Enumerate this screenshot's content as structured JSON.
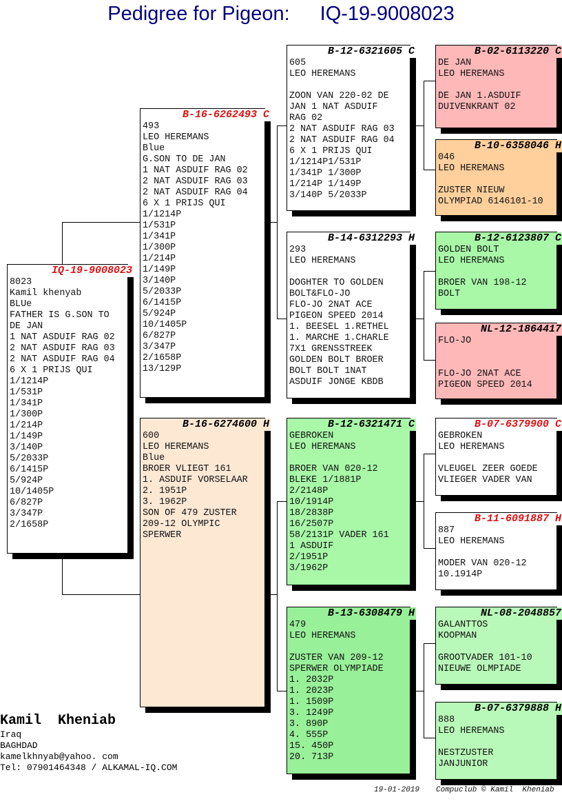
{
  "header": {
    "title": "Pedigree for Pigeon:",
    "ring": "IQ-19-9008023"
  },
  "colors": {
    "title": "#000080",
    "red_ring": "#e01010",
    "pink": "#ffb8b8",
    "orange": "#ffd09c",
    "green": "#a8f8a8",
    "green_dark": "#98f098",
    "green_light": "#b8f8b8",
    "peach": "#fde8d4",
    "white": "#ffffff"
  },
  "boxes": [
    {
      "id": "pigeon",
      "ring": "IQ-19-9008023",
      "red": true,
      "bg": "#ffffff",
      "lines": [
        "8023",
        "Kamil khenyab",
        "BLUe",
        "FATHER IS G.SON TO",
        "DE JAN",
        "1 NAT ASDUIF RAG 02",
        "2 NAT ASDUIF RAG 03",
        "2 NAT ASDUIF RAG 04",
        "6 X 1 PRIJS QUI",
        "1/1214P",
        "1/531P",
        "1/341P",
        "1/300P",
        "1/214P",
        "1/149P",
        "3/140P",
        "5/2033P",
        "6/1415P",
        "5/924P",
        "10/1405P",
        "6/827P",
        "3/347P",
        "2/1658P"
      ]
    },
    {
      "id": "sire",
      "ring": "B-16-6262493 C",
      "red": true,
      "bg": "#ffffff",
      "lines": [
        "493",
        "LEO HEREMANS",
        "Blue",
        "G.SON TO DE JAN",
        "1 NAT ASDUIF RAG 02",
        "2 NAT ASDUIF RAG 03",
        "2 NAT ASDUIF RAG 04",
        "6 X 1 PRIJS QUI",
        "1/1214P",
        "1/531P",
        "1/341P",
        "1/300P",
        "1/214P",
        "1/149P",
        "3/140P",
        "5/2033P",
        "6/1415P",
        "5/924P",
        "10/1405P",
        "6/827P",
        "3/347P",
        "2/1658P",
        "13/129P"
      ]
    },
    {
      "id": "dam",
      "ring": "B-16-6274600 H",
      "red": false,
      "bg": "#fde8d4",
      "lines": [
        "600",
        "LEO HEREMANS",
        "Blue",
        "BROER VLIEGT 161",
        "1. ASDUIF VORSELAAR",
        "2. 1951P",
        "3. 1962P",
        "SON OF 479 ZUSTER",
        "209-12 OLYMPIC",
        "SPERWER"
      ]
    },
    {
      "id": "ss",
      "ring": "B-12-6321605 C",
      "red": false,
      "bg": "#ffffff",
      "lines": [
        "605",
        "LEO HEREMANS",
        "",
        "ZOON VAN 220-02 DE",
        "JAN 1 NAT ASDUIF",
        "RAG 02",
        "2 NAT ASDUIF RAG 03",
        "2 NAT ASDUIF RAG 04",
        "6 X 1 PRIJS QUI",
        "1/1214P1/531P",
        "1/341P 1/300P",
        "1/214P 1/149P",
        "3/140P 5/2033P"
      ]
    },
    {
      "id": "sd",
      "ring": "B-14-6312293 H",
      "red": false,
      "bg": "#ffffff",
      "lines": [
        "293",
        "LEO HEREMANS",
        "",
        "DOGHTER TO GOLDEN",
        "BOLT&FLO-JO",
        "FLO-JO 2NAT ACE",
        "PIGEON SPEED 2014",
        "1. BEESEL 1.RETHEL",
        "1. MARCHE 1.CHARLE",
        "7X1 GRENSSTREEK",
        "GOLDEN BOLT BROER",
        "BOLT BOLT 1NAT",
        "ASDUIF JONGE KBDB"
      ]
    },
    {
      "id": "ds",
      "ring": "B-12-6321471 C",
      "red": false,
      "bg": "#a8f8a8",
      "lines": [
        "GEBROKEN",
        "LEO HEREMANS",
        "",
        "BROER VAN 020-12",
        "BLEKE 1/1881P",
        "2/2148P",
        "10/1914P",
        "18/2838P",
        "16/2507P",
        "58/2131P VADER 161",
        "1 ASDUIF",
        "2/1951P",
        "3/1962P"
      ]
    },
    {
      "id": "dd",
      "ring": "B-13-6308479 H",
      "red": false,
      "bg": "#98f098",
      "lines": [
        "479",
        "LEO HEREMANS",
        "",
        "ZUSTER VAN 209-12",
        "SPERWER OLYMPIADE",
        "1. 2032P",
        "1. 2023P",
        "1. 1509P",
        "3. 1249P",
        "3. 890P",
        "4. 555P",
        "15. 450P",
        "20. 713P"
      ]
    },
    {
      "id": "sss",
      "ring": "B-02-6113220 C",
      "red": false,
      "bg": "#ffb8b8",
      "lines": [
        "DE JAN",
        "LEO HEREMANS",
        "",
        "DE JAN 1.ASDUIF",
        "DUIVENKRANT 02"
      ]
    },
    {
      "id": "ssd",
      "ring": "B-10-6358046 H",
      "red": false,
      "bg": "#ffd09c",
      "lines": [
        "046",
        "LEO HEREMANS",
        "",
        "ZUSTER NIEUW",
        "OLYMPIAD 6146101-10"
      ]
    },
    {
      "id": "sds",
      "ring": "B-12-6123807 C",
      "red": false,
      "bg": "#a8f8a8",
      "lines": [
        "GOLDEN BOLT",
        "LEO HEREMANS",
        "",
        "BROER VAN 198-12",
        "BOLT"
      ]
    },
    {
      "id": "sdd",
      "ring": "NL-12-1864417",
      "red": false,
      "bg": "#ffb8b8",
      "lines": [
        "FLO-JO",
        "",
        "",
        "FLO-JO 2NAT ACE",
        "PIGEON SPEED 2014"
      ]
    },
    {
      "id": "dss",
      "ring": "B-07-6379900 C",
      "red": true,
      "bg": "#ffffff",
      "lines": [
        "GEBROKEN",
        "LEO HEREMANS",
        "",
        "VLEUGEL ZEER GOEDE",
        "VLIEGER VADER VAN"
      ]
    },
    {
      "id": "dsd",
      "ring": "B-11-6091887 H",
      "red": true,
      "bg": "#ffffff",
      "lines": [
        "887",
        "LEO HEREMANS",
        "",
        "MODER VAN 020-12",
        "10.1914P"
      ]
    },
    {
      "id": "dds",
      "ring": "NL-08-2048857",
      "red": false,
      "bg": "#b8f8b8",
      "lines": [
        "GALANTTOS",
        "KOOPMAN",
        "",
        "GROOTVADER 101-10",
        "NIEUWE OLMPIADE"
      ]
    },
    {
      "id": "ddd",
      "ring": "B-07-6379888 H",
      "red": false,
      "bg": "#b8f8b8",
      "lines": [
        "888",
        "LEO HEREMANS",
        "",
        "NESTZUSTER",
        "JANJUNIOR"
      ]
    }
  ],
  "owner": {
    "name": "Kamil  Kheniab",
    "country": "Iraq",
    "city": "BAGHDAD",
    "email": "kamelkhnyab@yahoo. com",
    "tel": "Tel: 07901464348 / ALKAMAL-IQ.COM"
  },
  "footer": {
    "date": "19-01-2019",
    "credit": "Compuclub © Kamil  Kheniab"
  }
}
